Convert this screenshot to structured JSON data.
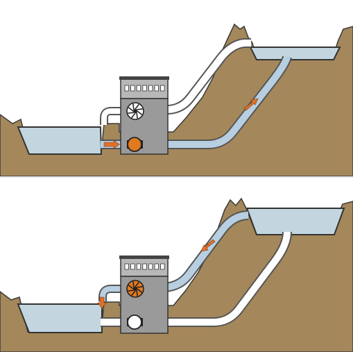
{
  "diagram": {
    "title": "",
    "panels": [
      {
        "name": "pumping-mode",
        "pump_active": true,
        "turbine_active": false,
        "flow": "lower-to-upper"
      },
      {
        "name": "generating-mode",
        "pump_active": false,
        "turbine_active": true,
        "flow": "upper-to-lower"
      }
    ],
    "colors": {
      "sky": "#ffffff",
      "ground": "#a4875a",
      "ground_edge": "#3a3a3a",
      "water": "#c3d6e0",
      "water_edge": "#333333",
      "pipe": "#ffffff",
      "pipe_edge": "#555555",
      "pipe_water": "#b7cfe0",
      "building_top": "#b8b8b8",
      "building_body": "#9a9a9a",
      "building_window": "#ffffff",
      "active": "#e07a1f",
      "inactive": "#ffffff",
      "arrow": "#e0702a",
      "divider": "#ffffff"
    },
    "icons": [
      "turbine-wheel-icon",
      "pump-icon",
      "flow-arrow-icon"
    ]
  }
}
